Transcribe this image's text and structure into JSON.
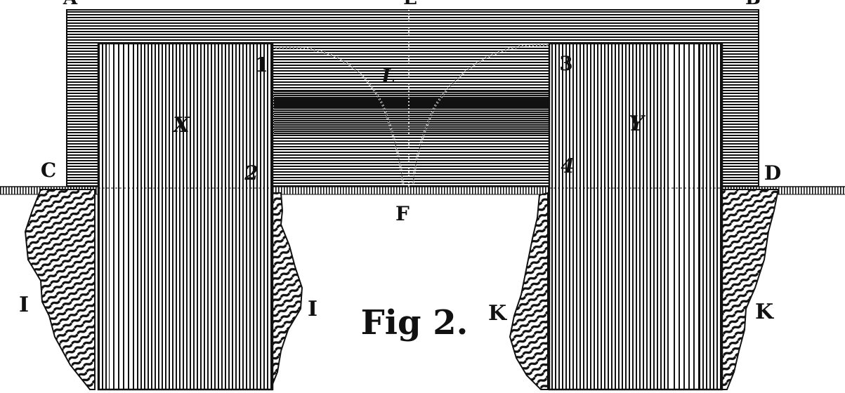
{
  "figure": {
    "caption": "Fig 2.",
    "colors": {
      "ink": "#111111",
      "paper": "#ffffff"
    },
    "labels": {
      "top_left": "A",
      "top_center": "E",
      "top_right": "B",
      "c": "C",
      "d": "D",
      "f": "F",
      "l": "L",
      "x": "X",
      "y": "Y",
      "n1": "1",
      "n2": "2",
      "n3": "3",
      "n4": "4",
      "i_left": "I",
      "i_right": "I",
      "k_left": "K",
      "k_right": "K"
    }
  }
}
